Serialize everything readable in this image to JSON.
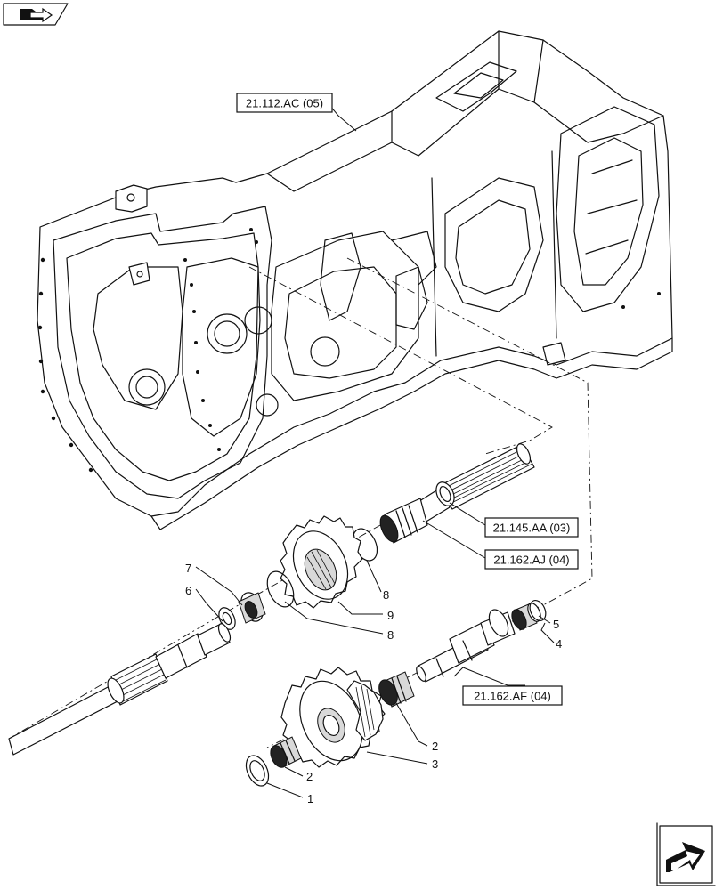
{
  "references": {
    "housing": "21.112.AC (05)",
    "bearing_ring": "21.145.AA (03)",
    "upper_bearing": "21.162.AJ (04)",
    "lower_shaft": "21.162.AF (04)"
  },
  "callouts": {
    "c1": "1",
    "c2a": "2",
    "c2b": "2",
    "c3": "3",
    "c4": "4",
    "c5": "5",
    "c6": "6",
    "c7": "7",
    "c8a": "8",
    "c8b": "8",
    "c9": "9"
  },
  "icons": {
    "top_left": "folder-arrow-icon",
    "bottom_right": "next-page-arrow-icon"
  }
}
